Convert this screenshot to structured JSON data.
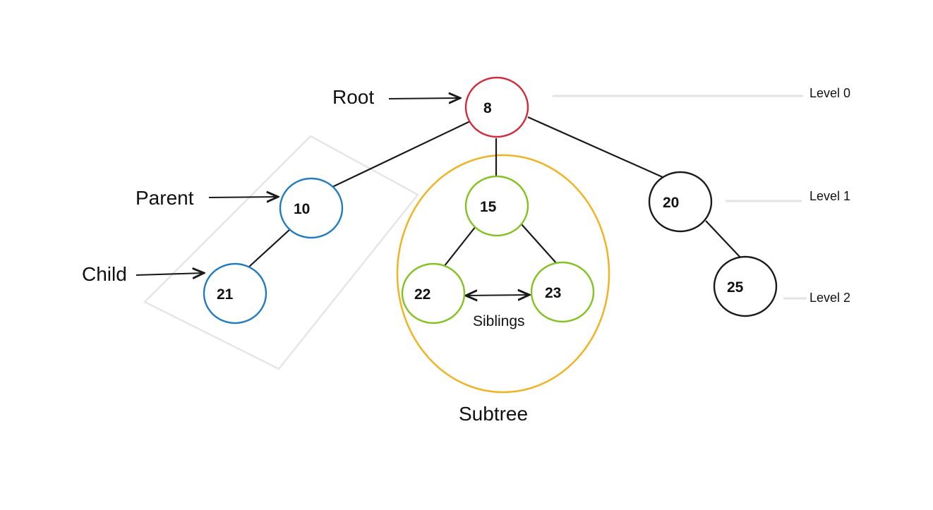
{
  "colors": {
    "root": "#d6283a",
    "parent_child": "#1f7bc4",
    "subtree_nodes": "#82c21e",
    "subtree_outline": "#f0b324",
    "default_node": "#1a1a1a",
    "highlight_box": "#e6e6e6"
  },
  "nodes": {
    "n8": "8",
    "n10": "10",
    "n15": "15",
    "n20": "20",
    "n21": "21",
    "n22": "22",
    "n23": "23",
    "n25": "25"
  },
  "labels": {
    "root": "Root",
    "parent": "Parent",
    "child": "Child",
    "siblings": "Siblings",
    "subtree": "Subtree"
  },
  "levels": {
    "level0": "Level 0",
    "level1": "Level 1",
    "level2": "Level 2"
  }
}
